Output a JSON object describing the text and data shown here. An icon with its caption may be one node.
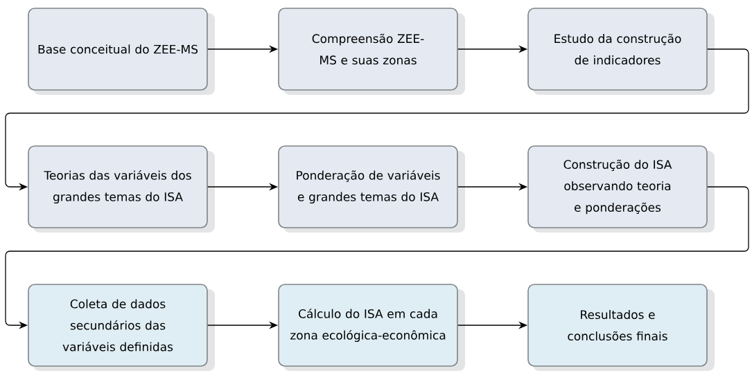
{
  "diagram": {
    "nodes": [
      {
        "text": [
          "Base conceitual do ZEE-MS"
        ]
      },
      {
        "text": [
          "Compreensão ZEE-MS e suas zonas"
        ]
      },
      {
        "text": [
          "Estudo da construção de indicadores"
        ]
      },
      {
        "text": [
          "Teorias das variáveis dos grandes temas do ISA"
        ]
      },
      {
        "text": [
          "Ponderação de variáveis e grandes temas do ISA"
        ]
      },
      {
        "text": [
          "Construção do ISA observando teoria e ponderações"
        ]
      },
      {
        "text": [
          "Coleta de dados secundários das variáveis definidas"
        ]
      },
      {
        "text": [
          "Cálculo do ISA em cada zona ecológica-econômica"
        ]
      },
      {
        "text": [
          "Resultados e conclusões finais"
        ]
      }
    ],
    "edges": [
      {
        "from": 0,
        "to": 1,
        "arrow": "to"
      },
      {
        "from": 1,
        "to": 2,
        "arrow": "to"
      },
      {
        "from": 2,
        "to": 3,
        "arrow": "to"
      },
      {
        "from": 3,
        "to": 4,
        "arrow": "to"
      },
      {
        "from": 4,
        "to": 5,
        "arrow": "to"
      },
      {
        "from": 5,
        "to": 6,
        "arrow": "to"
      },
      {
        "from": 6,
        "to": 7,
        "arrow": "to"
      },
      {
        "from": 7,
        "to": 8,
        "arrow": "to"
      }
    ]
  }
}
